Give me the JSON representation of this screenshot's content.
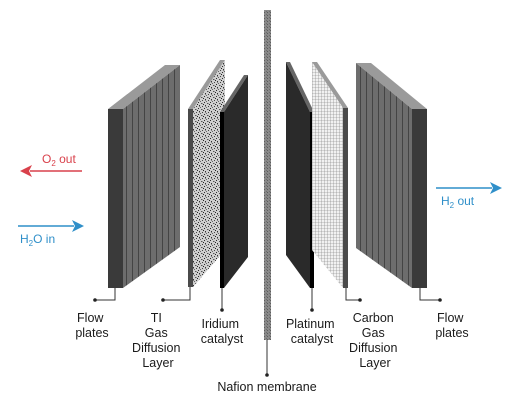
{
  "flows": {
    "o2_out": {
      "main": "O",
      "sub": "2",
      "rest": " out",
      "color": "#d9414b"
    },
    "h2o_in": {
      "main": "H",
      "sub": "2",
      "rest": "O in",
      "color": "#2f8fc9"
    },
    "h2_out": {
      "main": "H",
      "sub": "2",
      "rest": " out",
      "color": "#2f8fc9"
    }
  },
  "labels": {
    "flow_plates_left": [
      "Flow",
      "plates"
    ],
    "ti_gdl": [
      "TI",
      "Gas",
      "Diffusion",
      "Layer"
    ],
    "iridium": [
      "Iridium",
      "catalyst"
    ],
    "nafion": [
      "Nafion membrane"
    ],
    "platinum": [
      "Platinum",
      "catalyst"
    ],
    "carbon_gdl": [
      "Carbon",
      "Gas",
      "Diffusion",
      "Layer"
    ],
    "flow_plates_right": [
      "Flow",
      "plates"
    ]
  },
  "colors": {
    "plate_front": "#3b3b3b",
    "plate_top": "#8f8f8f",
    "catalyst": "#2a2a2a",
    "membrane": "#7a7a7a",
    "red_arrow": "#d9414b",
    "blue_arrow": "#2f8fc9"
  }
}
